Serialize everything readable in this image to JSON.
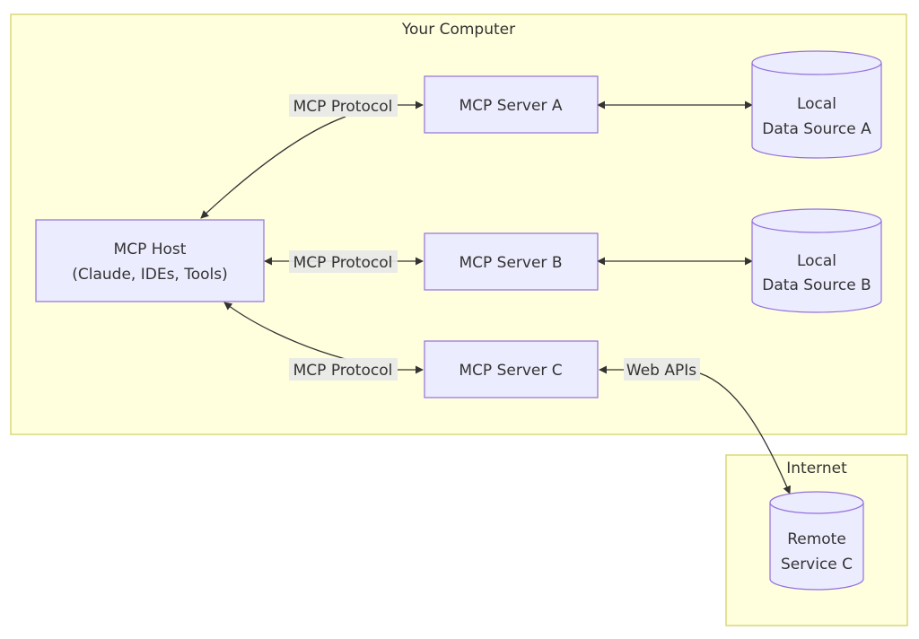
{
  "clusters": {
    "computer": {
      "label": "Your Computer"
    },
    "internet": {
      "label": "Internet"
    }
  },
  "nodes": {
    "host": {
      "line1": "MCP Host",
      "line2": "(Claude, IDEs, Tools)"
    },
    "server_a": {
      "label": "MCP Server A"
    },
    "server_b": {
      "label": "MCP Server B"
    },
    "server_c": {
      "label": "MCP Server C"
    },
    "local_a": {
      "line1": "Local",
      "line2": "Data Source A"
    },
    "local_b": {
      "line1": "Local",
      "line2": "Data Source B"
    },
    "remote_c": {
      "line1": "Remote",
      "line2": "Service C"
    }
  },
  "edge_labels": {
    "protocol_a": "MCP Protocol",
    "protocol_b": "MCP Protocol",
    "protocol_c": "MCP Protocol",
    "web_apis": "Web APIs"
  },
  "colors": {
    "cluster_fill": "#ffffde",
    "cluster_border": "#d9d97a",
    "node_fill": "#ececff",
    "node_border": "#9370db",
    "edge": "#333333",
    "edge_label_bg": "#e8e8e8"
  }
}
